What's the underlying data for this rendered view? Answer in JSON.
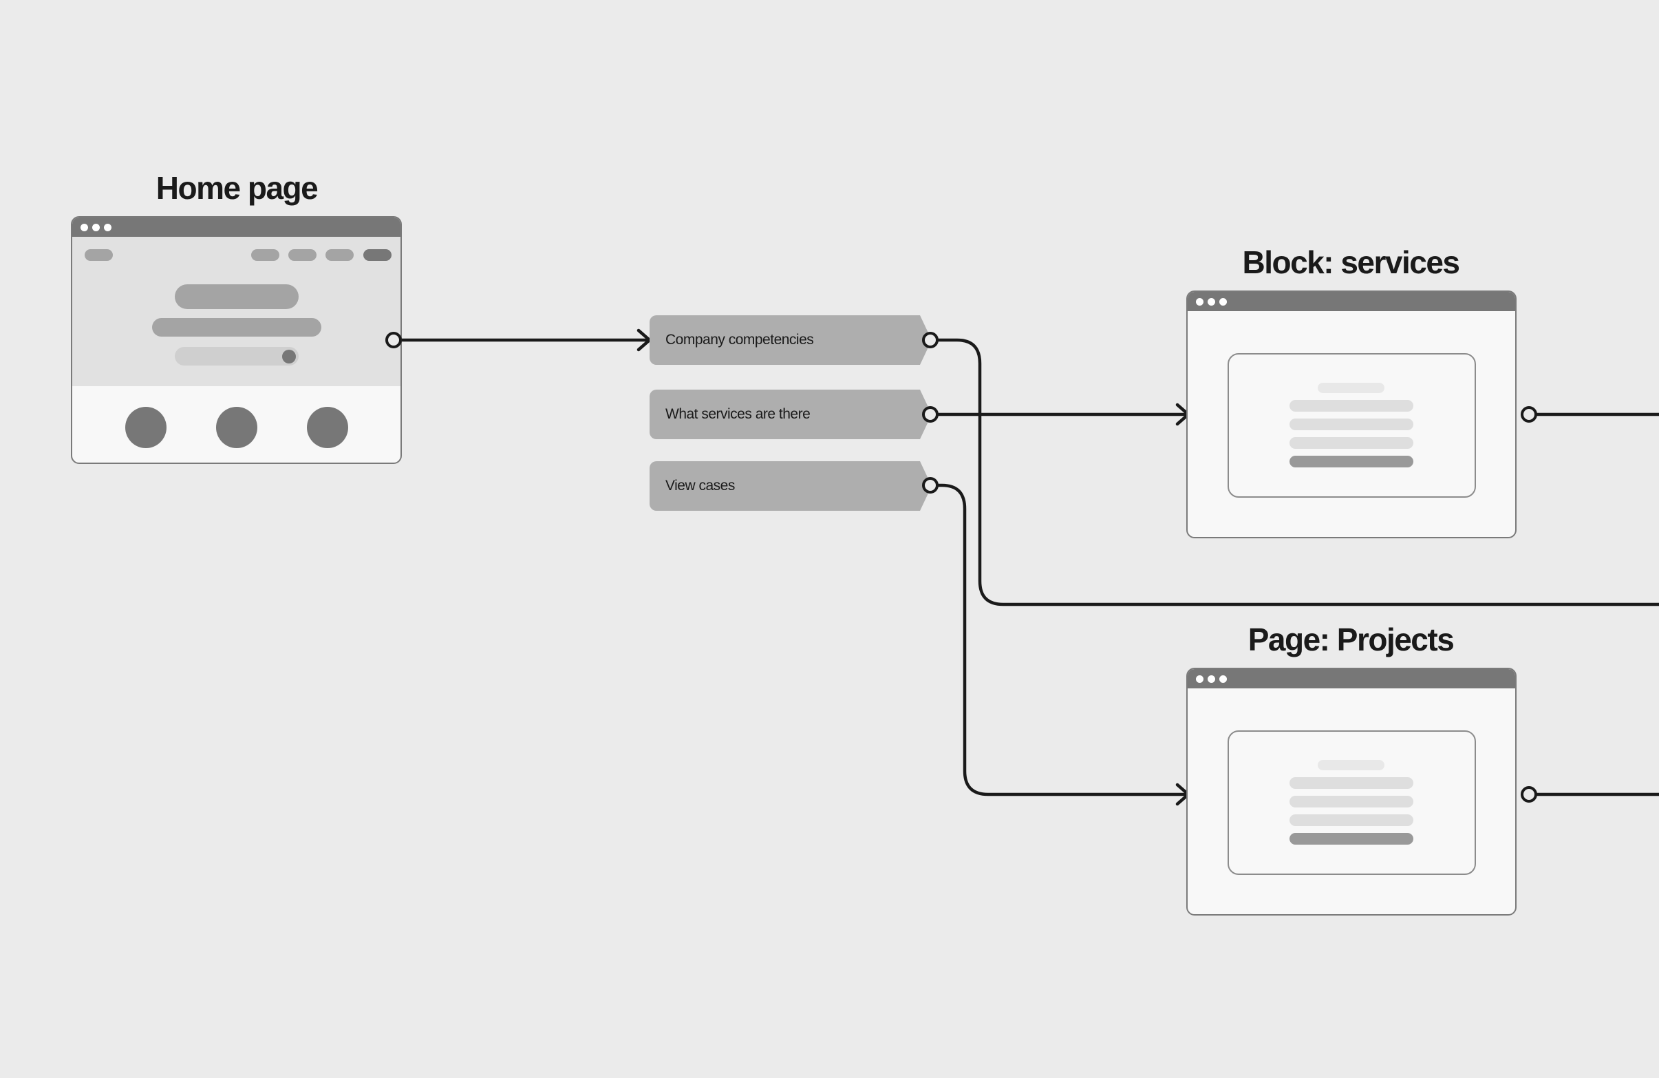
{
  "nodes": {
    "home": {
      "title": "Home page"
    },
    "services": {
      "title": "Block: services"
    },
    "projects": {
      "title": "Page: Projects"
    }
  },
  "actions": [
    {
      "label": "Company competencies"
    },
    {
      "label": "What services are there"
    },
    {
      "label": "View cases"
    }
  ],
  "colors": {
    "background": "#ebebeb",
    "line": "#1a1a1a",
    "tag": "#aeaeae",
    "window_bar": "#777777",
    "window_body": "#f8f8f8"
  },
  "icons": [
    "window-dots-icon",
    "port-circle-icon",
    "arrow-head-icon"
  ]
}
